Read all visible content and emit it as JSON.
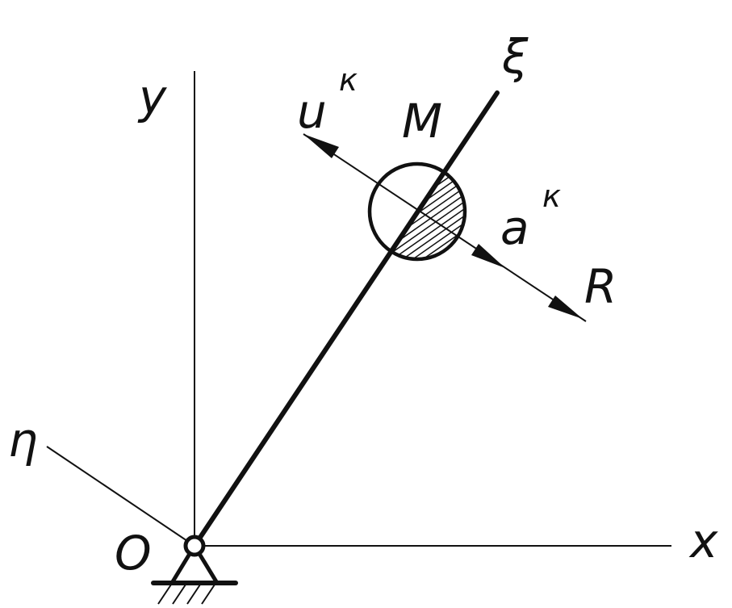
{
  "colors": {
    "ink": "#111111",
    "background": "#ffffff"
  },
  "labels": {
    "y_axis": "y",
    "x_axis": "x",
    "xi_axis": "ξ",
    "eta_axis": "η",
    "origin": "O",
    "point": "M",
    "velocity": "u",
    "velocity_sup": "к",
    "acceleration": "a",
    "acceleration_sup": "к",
    "force": "R"
  }
}
